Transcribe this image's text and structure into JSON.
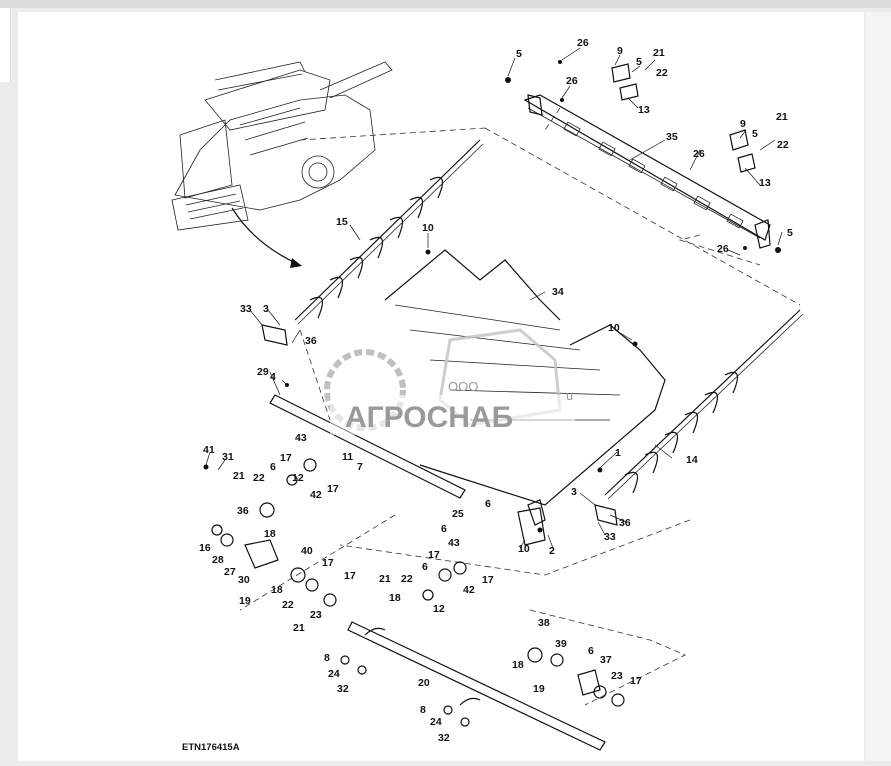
{
  "figure_id": "ETN176415A",
  "watermark": {
    "company": "АГРОСНАБ",
    "prefix": "ООО",
    "suffix": "u"
  },
  "callouts": [
    "1",
    "2",
    "3",
    "4",
    "5",
    "6",
    "7",
    "8",
    "9",
    "10",
    "11",
    "12",
    "13",
    "14",
    "15",
    "16",
    "17",
    "18",
    "19",
    "20",
    "21",
    "22",
    "23",
    "24",
    "25",
    "26",
    "27",
    "28",
    "29",
    "30",
    "31",
    "32",
    "33",
    "34",
    "35",
    "36",
    "37",
    "38",
    "39",
    "40",
    "41",
    "42",
    "43"
  ]
}
